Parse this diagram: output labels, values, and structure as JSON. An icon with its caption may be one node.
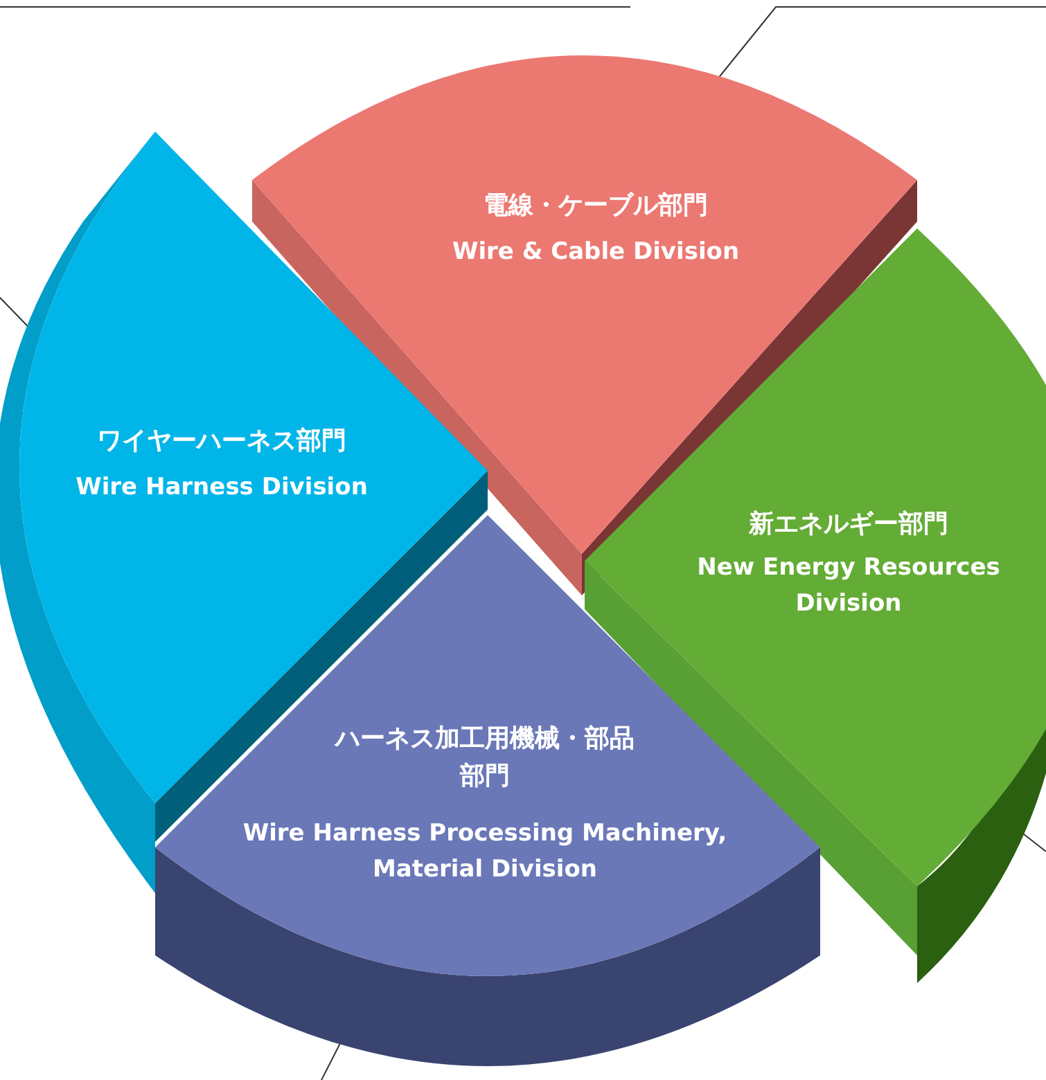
{
  "diagram": {
    "nodes": [
      {
        "text": [
          "電線・ケーブル部門",
          "Wire & Cable Division"
        ]
      },
      {
        "text": [
          "ワイヤーハーネス部門",
          "Wire Harness Division"
        ]
      },
      {
        "text": [
          "新エネルギー部門",
          "New Energy Resources Division"
        ]
      },
      {
        "text": [
          "ハーネス加工用機械・部品部門",
          "Wire Harness Processing Machinery, Material Division"
        ]
      }
    ],
    "edges": [
      {
        "from": null,
        "to": 0,
        "arrow": "none"
      },
      {
        "from": null,
        "to": 1,
        "arrow": "none"
      },
      {
        "from": null,
        "to": 2,
        "arrow": "none"
      },
      {
        "from": null,
        "to": 3,
        "arrow": "none"
      }
    ]
  }
}
